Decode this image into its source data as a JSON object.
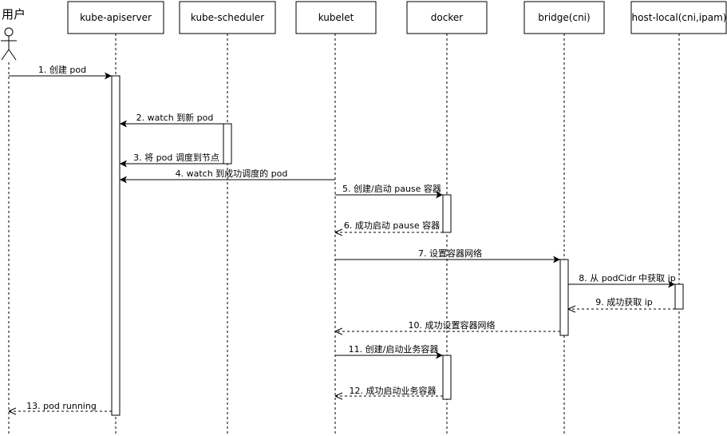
{
  "user": {
    "label": "用户"
  },
  "participants": [
    {
      "id": "apiserver",
      "label": "kube-apiserver"
    },
    {
      "id": "scheduler",
      "label": "kube-scheduler"
    },
    {
      "id": "kubelet",
      "label": "kubelet"
    },
    {
      "id": "docker",
      "label": "docker"
    },
    {
      "id": "bridge",
      "label": "bridge(cni)"
    },
    {
      "id": "hostlocal",
      "label": "host-local(cni,ipam)"
    }
  ],
  "messages": [
    {
      "text": "1. 创建 pod",
      "from": "user",
      "to": "apiserver",
      "style": "solid"
    },
    {
      "text": "2. watch 到新 pod",
      "from": "scheduler",
      "to": "apiserver",
      "style": "solid"
    },
    {
      "text": "3. 将 pod 调度到节点",
      "from": "scheduler",
      "to": "apiserver",
      "style": "solid"
    },
    {
      "text": "4. watch 到成功调度的 pod",
      "from": "kubelet",
      "to": "apiserver",
      "style": "solid"
    },
    {
      "text": "5. 创建/启动 pause 容器",
      "from": "kubelet",
      "to": "docker",
      "style": "solid"
    },
    {
      "text": "6. 成功启动 pause 容器",
      "from": "docker",
      "to": "kubelet",
      "style": "dashed"
    },
    {
      "text": "7. 设置容器网络",
      "from": "kubelet",
      "to": "bridge",
      "style": "solid"
    },
    {
      "text": "8. 从 podCidr 中获取 ip",
      "from": "bridge",
      "to": "hostlocal",
      "style": "solid"
    },
    {
      "text": "9. 成功获取 ip",
      "from": "hostlocal",
      "to": "bridge",
      "style": "dashed"
    },
    {
      "text": "10. 成功设置容器网络",
      "from": "bridge",
      "to": "kubelet",
      "style": "dashed"
    },
    {
      "text": "11. 创建/启动业务容器",
      "from": "kubelet",
      "to": "docker",
      "style": "solid"
    },
    {
      "text": "12. 成功启动业务容器",
      "from": "docker",
      "to": "kubelet",
      "style": "dashed"
    },
    {
      "text": "13. pod running",
      "from": "apiserver",
      "to": "user",
      "style": "dashed"
    }
  ]
}
